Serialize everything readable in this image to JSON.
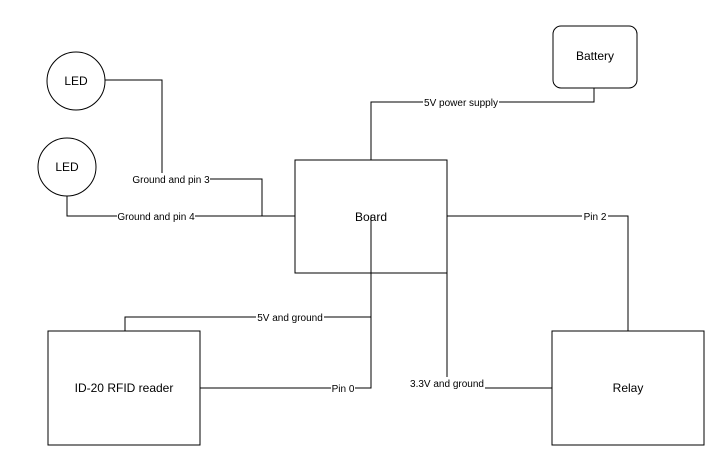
{
  "nodes": {
    "led_top": "LED",
    "led_bottom": "LED",
    "battery": "Battery",
    "board": "Board",
    "rfid": "ID-20 RFID reader",
    "relay": "Relay"
  },
  "edges": {
    "battery_board": "5V power supply",
    "led_top_board": "Ground and pin 3",
    "led_bottom_board": "Ground and pin 4",
    "board_relay": "Pin 2",
    "rfid_power": "5V and ground",
    "rfid_pin": "Pin 0",
    "relay_power": "3.3V and ground"
  },
  "colors": {
    "stroke": "#000000",
    "fill": "#ffffff"
  }
}
